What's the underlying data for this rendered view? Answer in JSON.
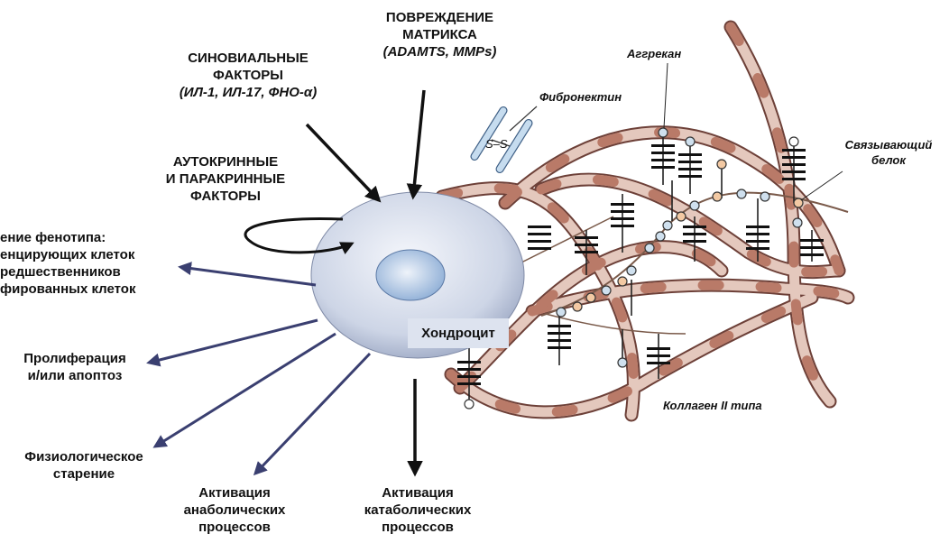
{
  "factors": {
    "synovial": {
      "title_line1": "СИНОВИАЛЬНЫЕ",
      "title_line2": "ФАКТОРЫ",
      "detail": "(ИЛ-1, ИЛ-17, ФНО-α)"
    },
    "matrix_damage": {
      "title_line1": "ПОВРЕЖДЕНИЕ",
      "title_line2": "МАТРИКСА",
      "detail": "(ADAMTS, MMPs)"
    },
    "autocrine": {
      "line1": "АУТОКРИННЫЕ",
      "line2": "И ПАРАКРИННЫЕ",
      "line3": "ФАКТОРЫ"
    }
  },
  "outcomes": {
    "phenotype": {
      "line1": "ение фенотипа:",
      "line2": "енцирующих клеток",
      "line3": "редшественников",
      "line4": "фированных клеток"
    },
    "proliferation": {
      "line1": "Пролиферация",
      "line2": "и/или апоптоз"
    },
    "aging": {
      "line1": "Физиологическое",
      "line2": "старение"
    },
    "anabolic": {
      "line1": "Активация",
      "line2": "анаболических",
      "line3": "процессов"
    },
    "catabolic": {
      "line1": "Активация",
      "line2": "катаболических",
      "line3": "процессов"
    }
  },
  "cell": {
    "label": "Хондроцит"
  },
  "matrix_labels": {
    "aggrecan": "Аггрекан",
    "fibronectin": "Фибронектин",
    "link_protein_line1": "Связывающий",
    "link_protein_line2": "белок",
    "collagen": "Коллаген II типа",
    "ss_bond": "S–S"
  },
  "colors": {
    "collagen_fill": "#d7ad9f",
    "collagen_stroke": "#6d4038",
    "cell_fill": "#dde3ef",
    "nucleus_fill": "#b9cde6",
    "arrow_blue": "#3a3f70",
    "arrow_black": "#111111",
    "ball_blue": "#cfe0ee",
    "ball_peach": "#f3c9a3"
  }
}
